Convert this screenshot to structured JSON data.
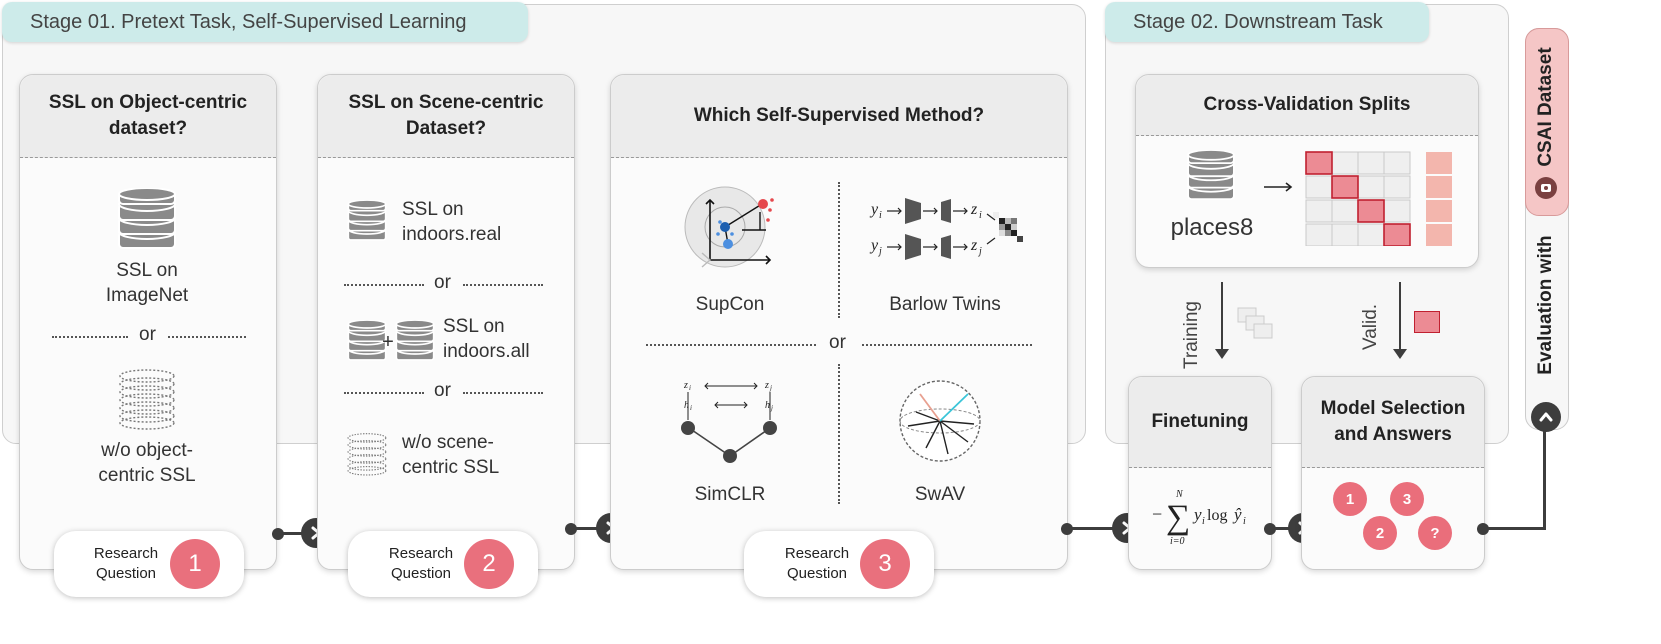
{
  "stage1": {
    "title": "Stage 01. Pretext Task, Self-Supervised Learning"
  },
  "stage2": {
    "title": "Stage 02. Downstream Task"
  },
  "col1": {
    "header": "SSL on Object-centric dataset?",
    "item1": "SSL on ImageNet",
    "or": "or",
    "item2": "w/o object-centric SSL"
  },
  "col2": {
    "header": "SSL on Scene-centric Dataset?",
    "item1": "SSL on indoors.real",
    "or1": "or",
    "item2": "SSL on indoors.all",
    "or2": "or",
    "item3": "w/o scene-centric SSL",
    "plus": "+"
  },
  "col3": {
    "header": "Which Self-Supervised Method?",
    "m1": "SupCon",
    "m2": "Barlow Twins",
    "or": "or",
    "m3": "SimCLR",
    "m4": "SwAV"
  },
  "cv": {
    "header": "Cross-Validation Splits",
    "dataset": "places8",
    "training": "Training",
    "valid": "Valid."
  },
  "finetune": {
    "header": "Finetuning"
  },
  "model": {
    "header": "Model Selection and Answers",
    "answers": [
      "1",
      "3",
      "2",
      "?"
    ]
  },
  "eval": {
    "prefix": "Evaluation with",
    "dataset": "CSAI Dataset"
  },
  "rq": [
    {
      "label": "Research Question",
      "num": "1"
    },
    {
      "label": "Research Question",
      "num": "2"
    },
    {
      "label": "Research Question",
      "num": "3"
    }
  ],
  "colors": {
    "accent_pink": "#e9707d",
    "tab_teal": "#cdebea",
    "dark": "#3d3d3d"
  }
}
